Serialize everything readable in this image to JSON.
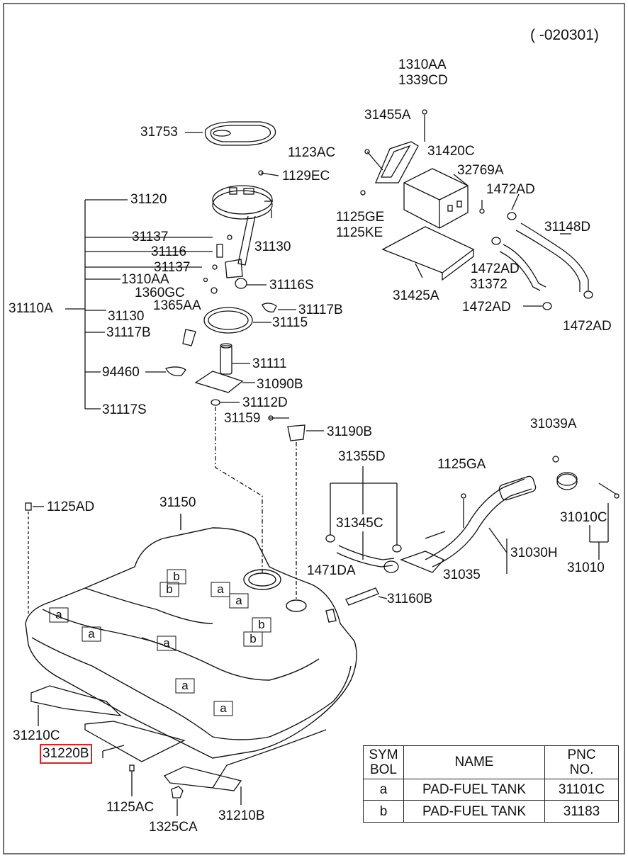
{
  "header": {
    "code": "( -020301)"
  },
  "labels": {
    "l1310aa_top": "1310AA",
    "l1339cd": "1339CD",
    "l31455a": "31455A",
    "l31753": "31753",
    "l1123ac": "1123AC",
    "l31420c": "31420C",
    "l32769a": "32769A",
    "l1129ec": "1129EC",
    "l1472ad_a": "1472AD",
    "l31120": "31120",
    "l1125ge": "1125GE",
    "l1125ke": "1125KE",
    "l31148d": "31148D",
    "l31137_a": "31137",
    "l31130_a": "31130",
    "l31116": "31116",
    "l31137_b": "31137",
    "l1472ad_b": "1472AD",
    "l1310aa": "1310AA",
    "l31116s": "31116S",
    "l31372": "31372",
    "l1360gc": "1360GC",
    "l31425a": "31425A",
    "l1365aa": "1365AA",
    "l31110a": "31110A",
    "l31130_b": "31130",
    "l31117b_a": "31117B",
    "l1472ad_c": "1472AD",
    "l31115": "31115",
    "l31117b_b": "31117B",
    "l1472ad_d": "1472AD",
    "l31111": "31111",
    "l94460": "94460",
    "l31090b": "31090B",
    "l31112d": "31112D",
    "l31117s": "31117S",
    "l31159": "31159",
    "l31039a": "31039A",
    "l31190b": "31190B",
    "l31355d": "31355D",
    "l1125ga": "1125GA",
    "l1125ad": "1125AD",
    "l31150": "31150",
    "l31345c": "31345C",
    "l31010c": "31010C",
    "l31030h": "31030H",
    "l1471da": "1471DA",
    "l31035": "31035",
    "l31010": "31010",
    "l31160b": "31160B",
    "l31210c": "31210C",
    "l31220b": "31220B",
    "l1125ac": "1125AC",
    "l1325ca": "1325CA",
    "l31210b": "31210B"
  },
  "stencils": {
    "a": "a",
    "b": "b"
  },
  "legend_table": {
    "headers": {
      "sym_line1": "SYM",
      "sym_line2": "BOL",
      "name": "NAME",
      "pnc_line1": "PNC",
      "pnc_line2": "NO."
    },
    "rows": [
      {
        "symbol": "a",
        "name": "PAD-FUEL TANK",
        "pnc": "31101C"
      },
      {
        "symbol": "b",
        "name": "PAD-FUEL TANK",
        "pnc": "31183"
      }
    ]
  },
  "highlight_color": "#e02020"
}
